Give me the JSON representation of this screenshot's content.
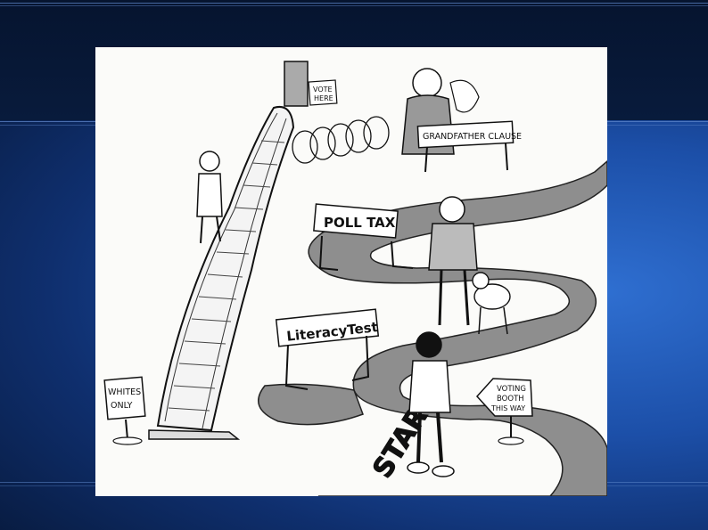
{
  "signs": {
    "vote_here": [
      "VOTE",
      "HERE"
    ],
    "grandfather_clause": "GRANDFATHER CLAUSE",
    "poll_tax": "POLL TAX",
    "literacy_test": "LiteracyTest",
    "whites_only": [
      "WHITES",
      "ONLY"
    ],
    "voting_booth": [
      "VOTING",
      "BOOTH",
      "THIS WAY"
    ],
    "start": "START"
  },
  "colors": {
    "background_dark": "#061634",
    "background_blue": "#2f6fd1",
    "cartoon_paper": "#fbfbf9",
    "road_gray": "#8e8e8e",
    "ink": "#111111"
  }
}
